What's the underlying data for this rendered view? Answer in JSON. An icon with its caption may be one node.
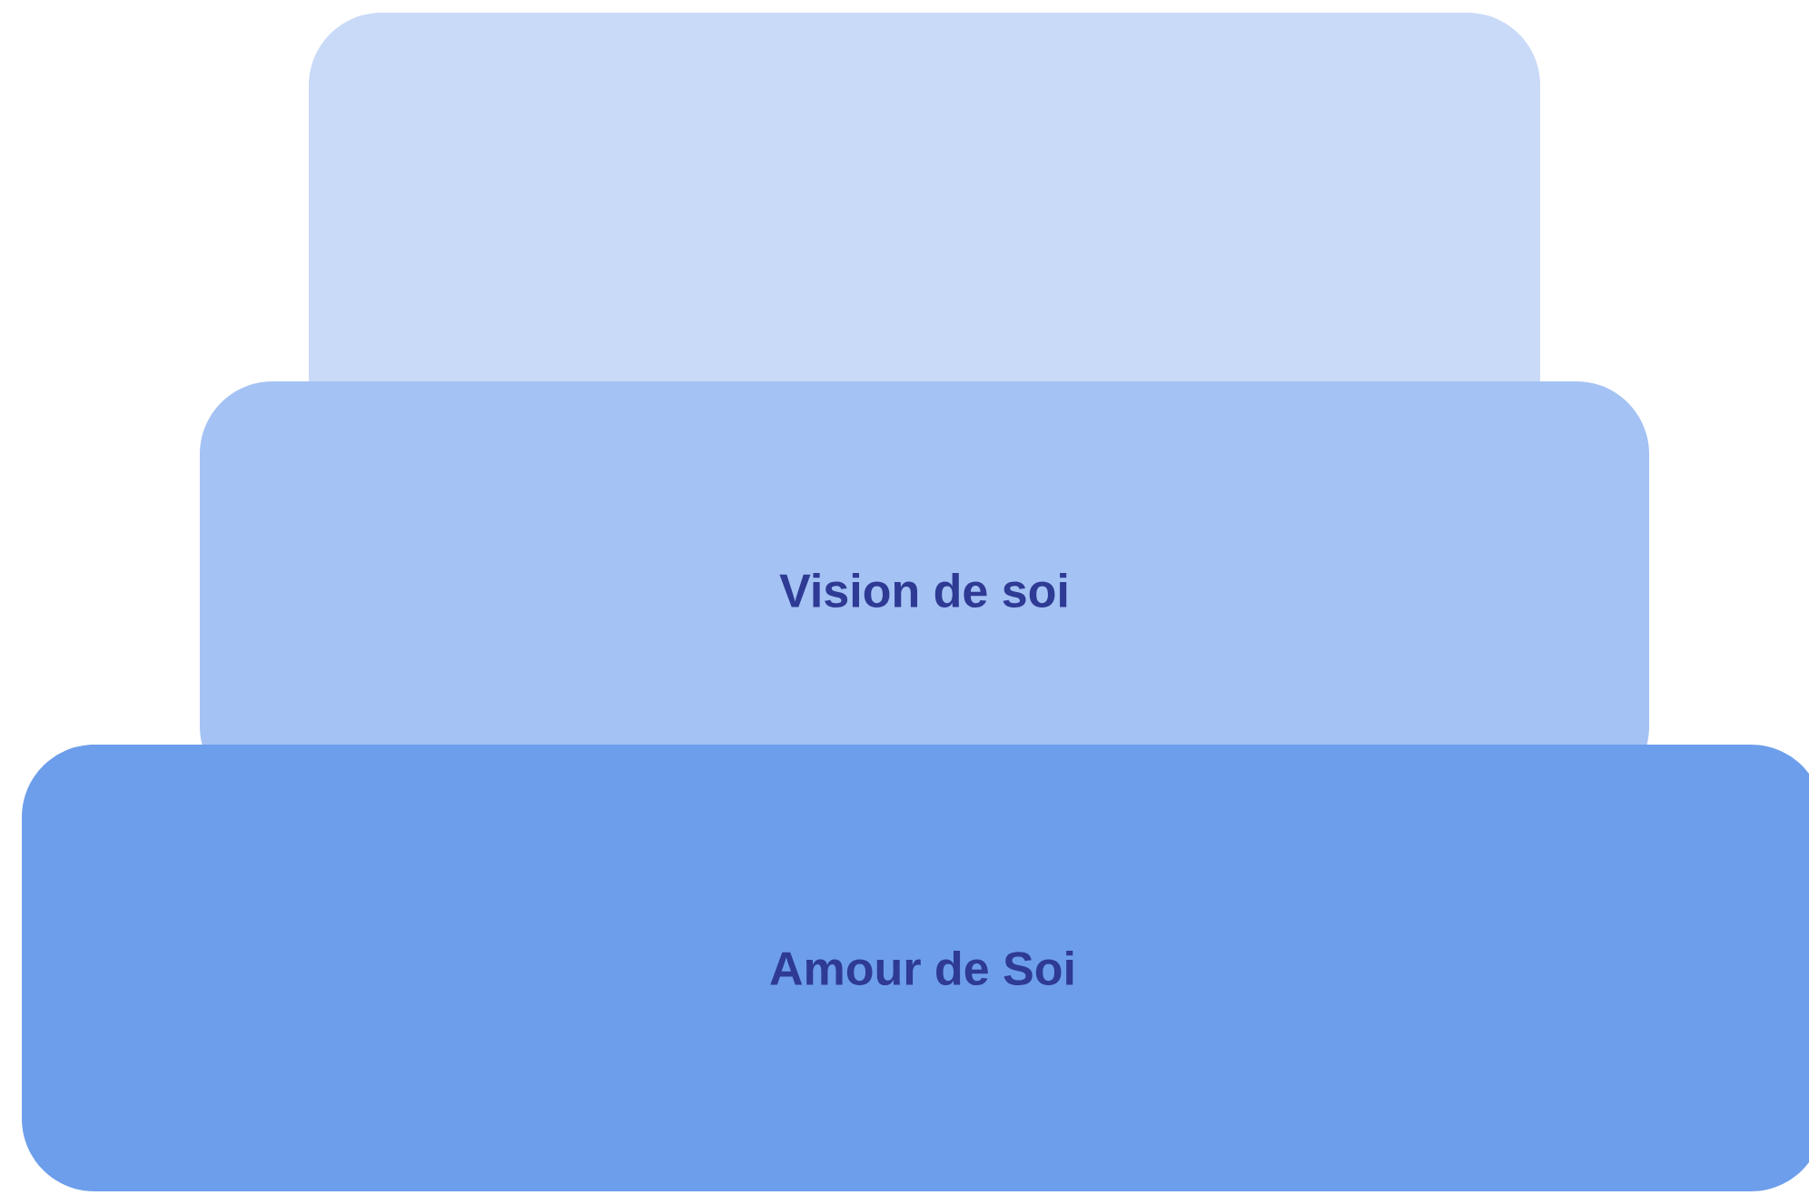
{
  "diagram": {
    "nodes": [
      {
        "text": [],
        "shape": "box"
      },
      {
        "text": [
          "Vision de soi"
        ]
      },
      {
        "text": [
          "Amour de Soi"
        ]
      }
    ]
  }
}
